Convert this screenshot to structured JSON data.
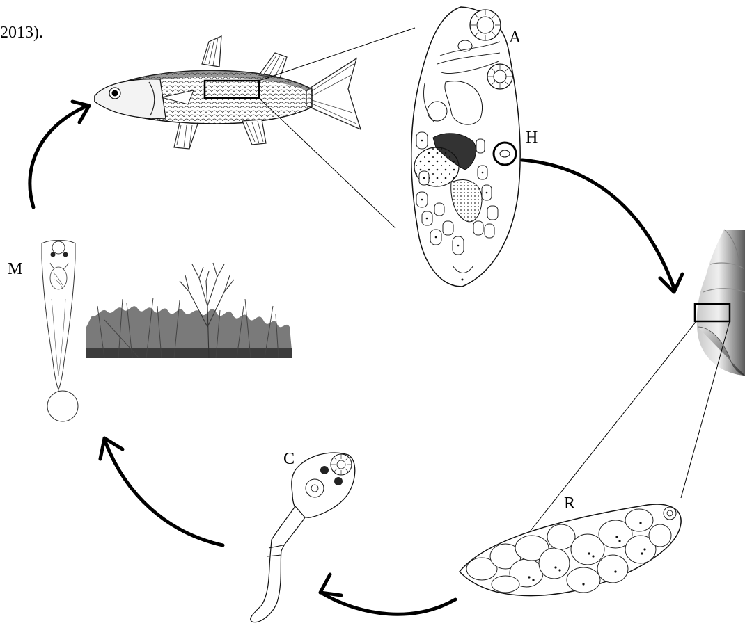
{
  "caption_fragment": "2013).",
  "stages": {
    "adult": {
      "label": "A"
    },
    "egg": {
      "label": "H"
    },
    "redia": {
      "label": "R"
    },
    "cercaria": {
      "label": "C"
    },
    "metacercaria": {
      "label": "M"
    }
  },
  "hosts": {
    "definitive": "fish-drawing",
    "intermediate": "snail-shell",
    "substrate": "vegetation"
  },
  "colors": {
    "ink": "#000000",
    "shell_light": "#d8d8d8",
    "shell_dark": "#3a3a3a",
    "grass": "#555555"
  }
}
